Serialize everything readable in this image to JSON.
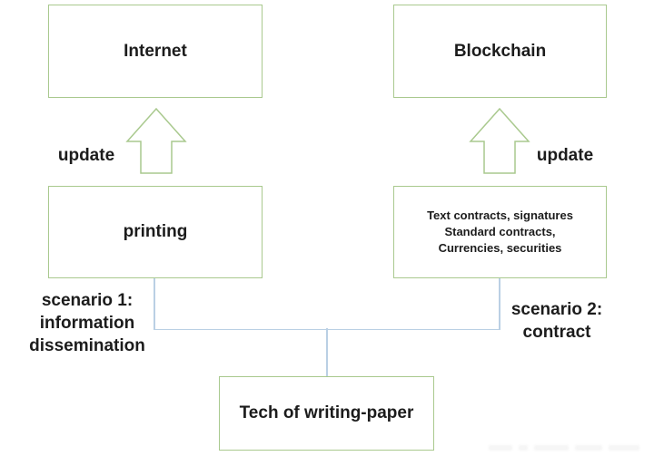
{
  "diagram": {
    "boxes": {
      "internet": "Internet",
      "blockchain": "Blockchain",
      "printing": "printing",
      "contracts_lines": [
        "Text contracts, signatures",
        "Standard contracts,",
        "Currencies, securities"
      ],
      "tech": "Tech of writing-paper"
    },
    "labels": {
      "left_update": "update",
      "right_update": "update",
      "scenario1": [
        "scenario 1:",
        "information",
        "dissemination"
      ],
      "scenario2": [
        "scenario 2:",
        "contract"
      ]
    },
    "colors": {
      "box_border": "#a9c98e",
      "connector": "#bad0e4",
      "text": "#1c1c1c",
      "background": "#ffffff"
    }
  }
}
